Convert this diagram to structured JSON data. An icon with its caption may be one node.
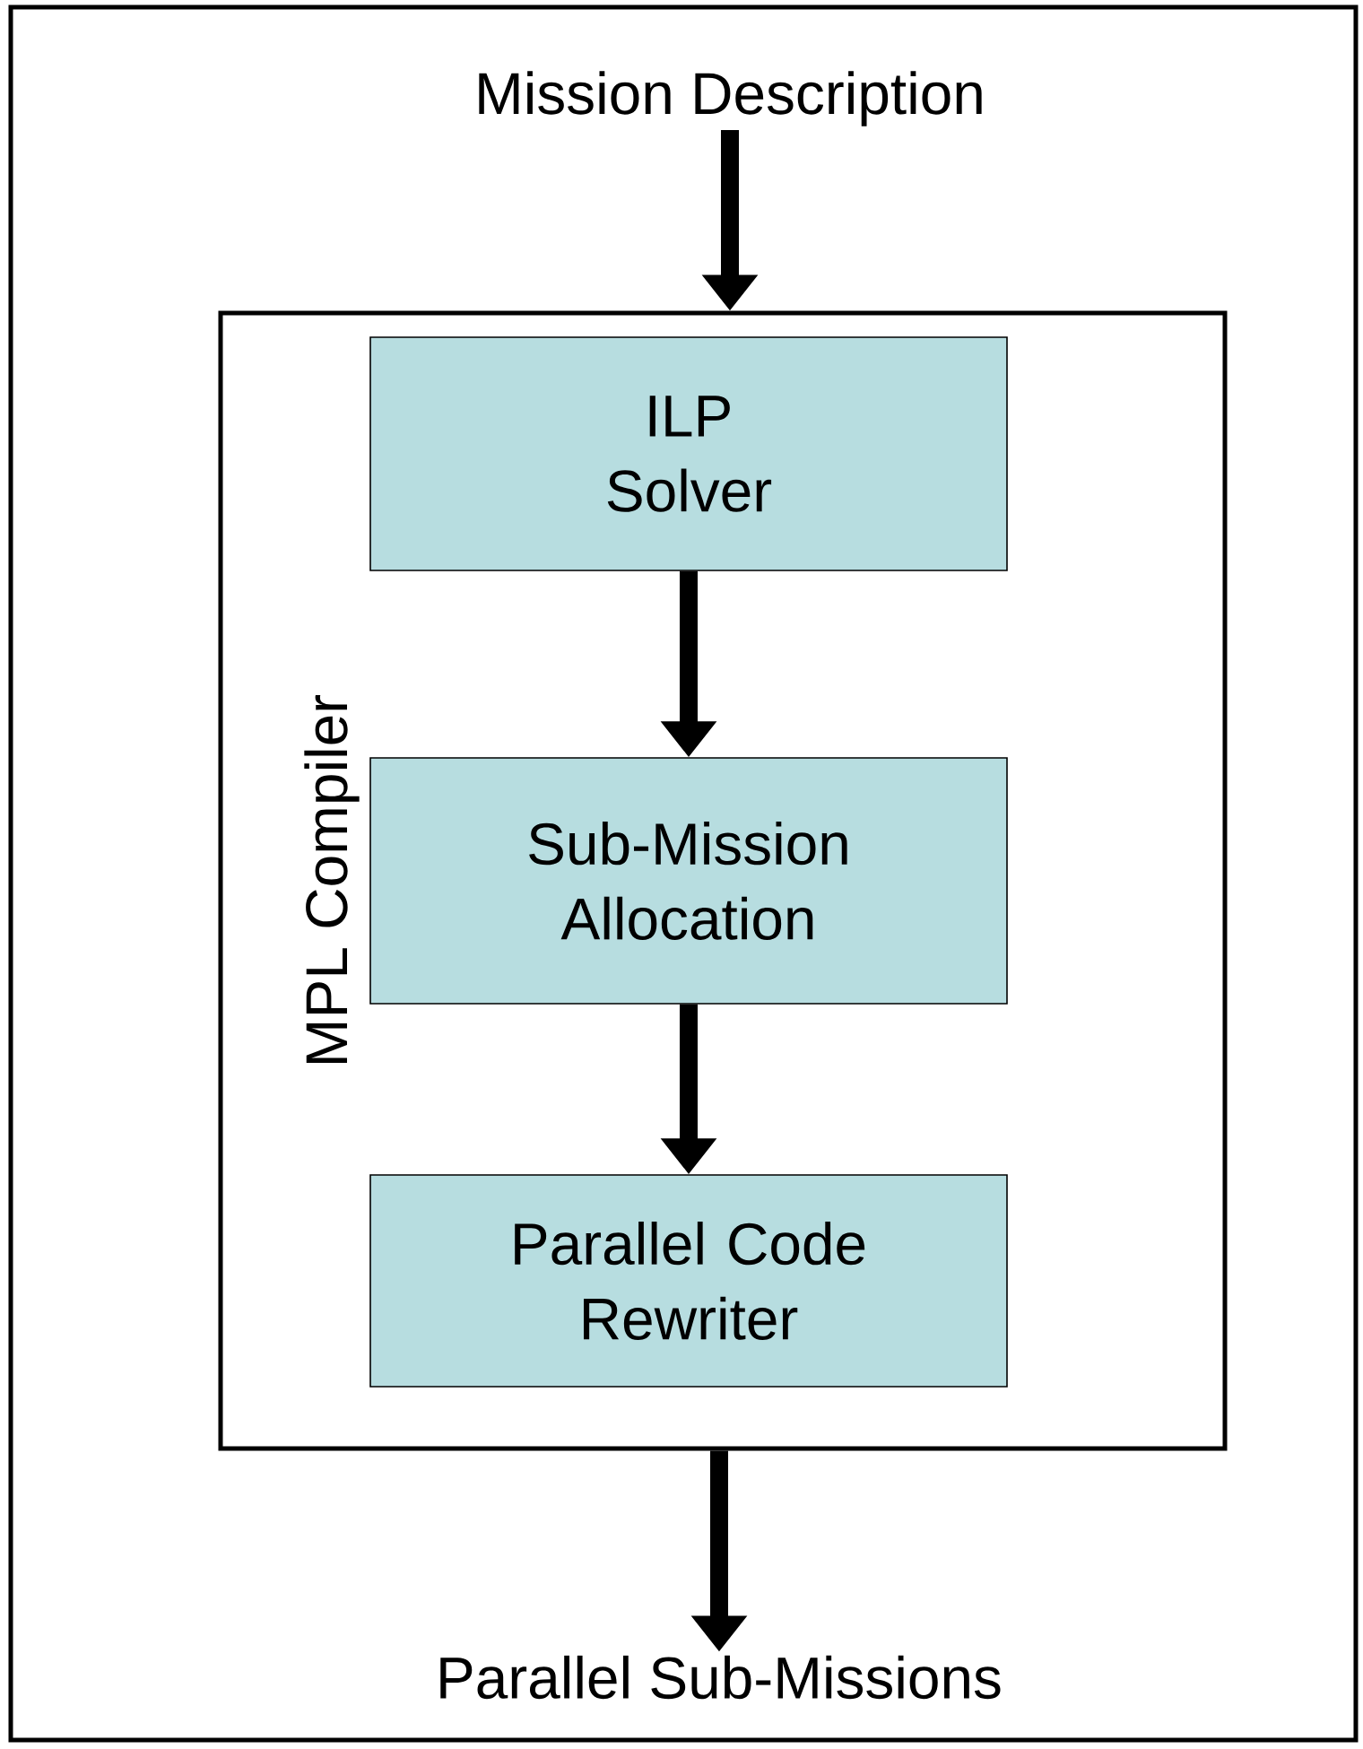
{
  "diagram": {
    "nodes": [
      {
        "text": [
          "Mission Description"
        ]
      },
      {
        "text": [
          "MPL Compiler"
        ]
      },
      {
        "text": [
          "ILP Solver"
        ],
        "in": 1
      },
      {
        "text": [
          "Sub-Mission Allocation"
        ],
        "in": 1
      },
      {
        "text": [
          "Parallel Code Rewriter"
        ],
        "in": 1
      },
      {
        "text": [
          "Parallel Sub-Missions"
        ]
      }
    ],
    "edges": [
      {
        "from": 0,
        "to": 1,
        "arrow": "to"
      },
      {
        "from": 2,
        "to": 3,
        "arrow": "to"
      },
      {
        "from": 3,
        "to": 4,
        "arrow": "to"
      },
      {
        "from": 1,
        "to": 5,
        "arrow": "to"
      }
    ]
  }
}
